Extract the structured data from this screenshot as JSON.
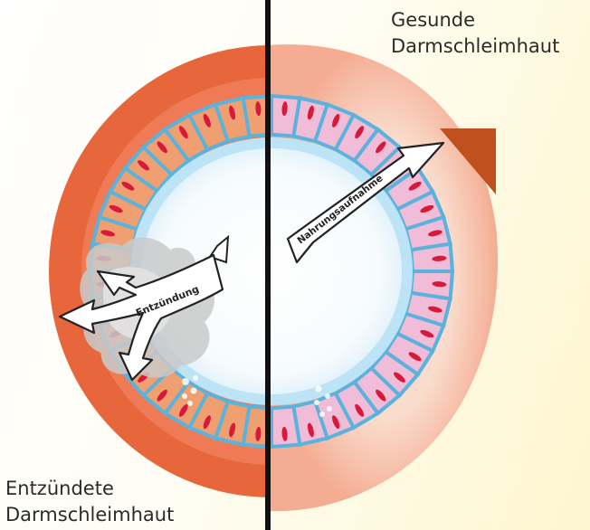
{
  "labels": {
    "healthy_line1": "Gesunde",
    "healthy_line2": "Darmschleimhaut",
    "inflamed_line1": "Entzündete",
    "inflamed_line2": "Darmschleimhaut"
  },
  "arrows": {
    "inflammation": "Entzündung",
    "nutrient_uptake": "Nahrungsaufnahme"
  },
  "colors": {
    "outer_wall_inflamed": "#e8643a",
    "outer_wall_healthy": "#f6b9a3",
    "villi_inflamed": "#f0a070",
    "villi_healthy": "#f0bcd8",
    "nuclei": "#d81a3a",
    "cell_borders": "#5bb3dc",
    "lumen_lining": "#bde3f6",
    "lumen": "#ffffff",
    "inflammation_cloud": "#c9c9c9",
    "divider": "#111111"
  }
}
